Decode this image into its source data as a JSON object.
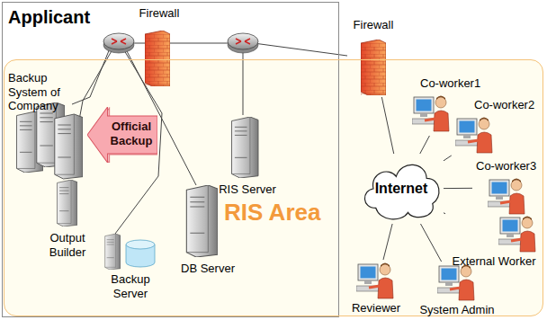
{
  "diagram": {
    "nodes": [
      {
        "text": [
          "Applicant"
        ]
      },
      {
        "text": [
          "Firewall"
        ],
        "in": 0
      },
      {
        "text": [
          "Firewall"
        ]
      },
      {
        "text": [
          "RIS Area"
        ]
      },
      {
        "text": [
          "Backup System of Company"
        ],
        "in": 3
      },
      {
        "text": [
          "Official Backup"
        ],
        "in": 3
      },
      {
        "text": [
          "RIS Server"
        ],
        "in": 3
      },
      {
        "text": [
          "Internet"
        ],
        "in": 3
      },
      {
        "text": [
          "Co-worker1"
        ],
        "in": 3
      },
      {
        "text": [
          "Co-worker2"
        ],
        "in": 3
      },
      {
        "text": [
          "Co-worker3"
        ],
        "in": 3
      },
      {
        "text": [
          "Output Builder"
        ],
        "in": 3
      },
      {
        "text": [
          "DB Server"
        ],
        "in": 3
      },
      {
        "text": [
          "External Worker"
        ],
        "in": 3
      },
      {
        "text": [
          "Backup Server"
        ],
        "in": 3
      },
      {
        "text": [
          "Reviewer"
        ],
        "in": 3
      },
      {
        "text": [
          "System Admin"
        ],
        "in": 3
      }
    ],
    "edges": [
      {
        "from": 2,
        "to": 7,
        "arrow": "none"
      },
      {
        "from": 7,
        "to": 8,
        "arrow": "none"
      },
      {
        "from": 7,
        "to": 9,
        "arrow": "none"
      },
      {
        "from": 7,
        "to": 10,
        "arrow": "none"
      },
      {
        "from": 7,
        "to": 13,
        "arrow": "none"
      },
      {
        "from": 7,
        "to": 15,
        "arrow": "none"
      },
      {
        "from": 7,
        "to": 16,
        "arrow": "none"
      }
    ]
  }
}
